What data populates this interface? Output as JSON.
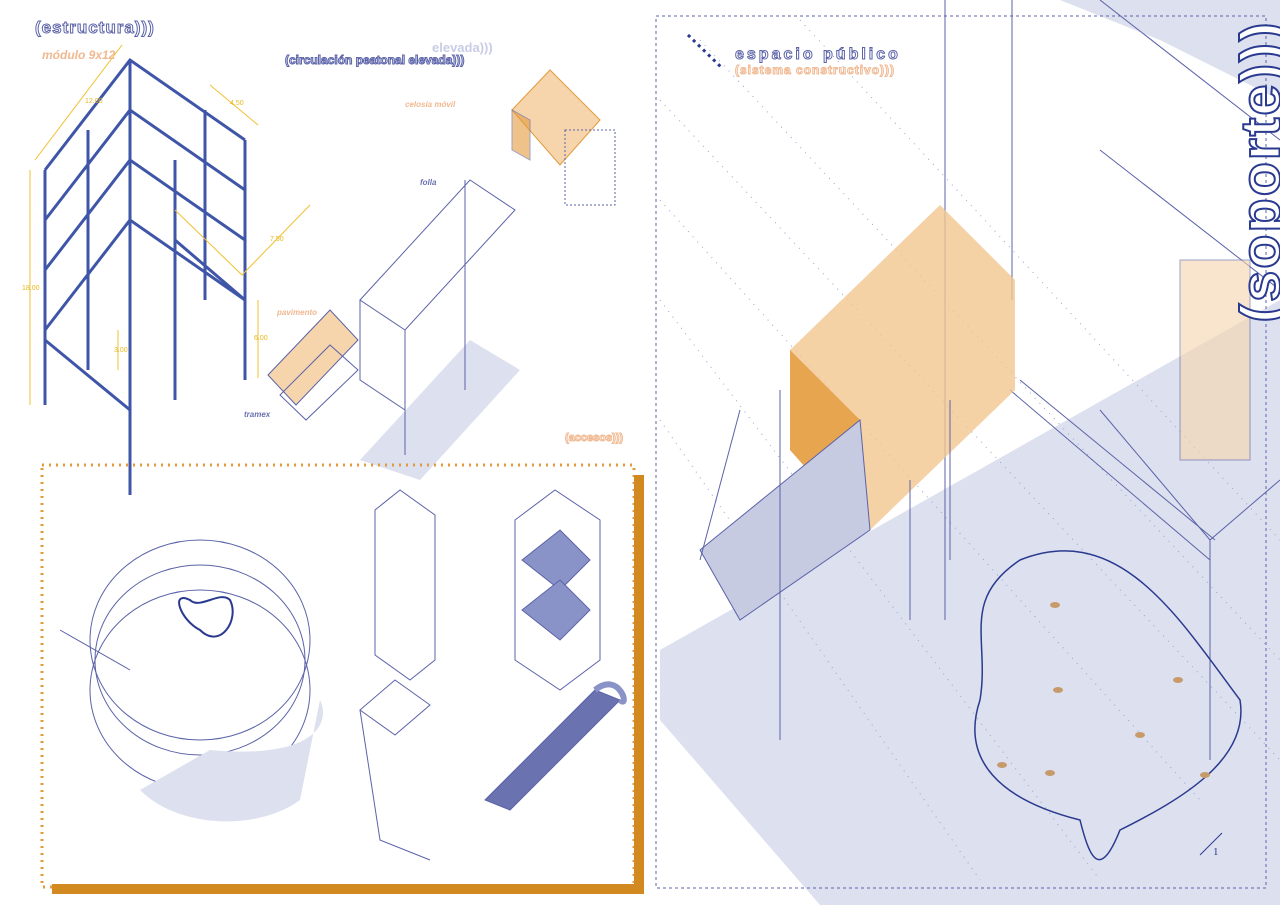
{
  "colors": {
    "blue": "#3f55a8",
    "light_blue": "#d9dcec",
    "orange": "#e39a3b",
    "yellow": "#f0c030",
    "dashed": "#5b63a8"
  },
  "structure": {
    "title": "(estructura)))",
    "module": "módulo 9x12",
    "dims": [
      "12.00",
      "4.50",
      "7.50",
      "18.00",
      "3.00",
      "6.00"
    ]
  },
  "circulation": {
    "title": "(circulación peatonal elevada)))",
    "echo": "elevada)))",
    "labels": {
      "celosia": "celosía móvil",
      "folla": "folla",
      "pavimento": "pavimento",
      "tramex": "tramex"
    }
  },
  "accesos": {
    "title": "(accesos)))"
  },
  "public_space": {
    "title": "espacio público",
    "subtitle": "(sistema constructivo)))"
  },
  "soporte": {
    "title": "(soporte)))"
  },
  "page_number": "1"
}
